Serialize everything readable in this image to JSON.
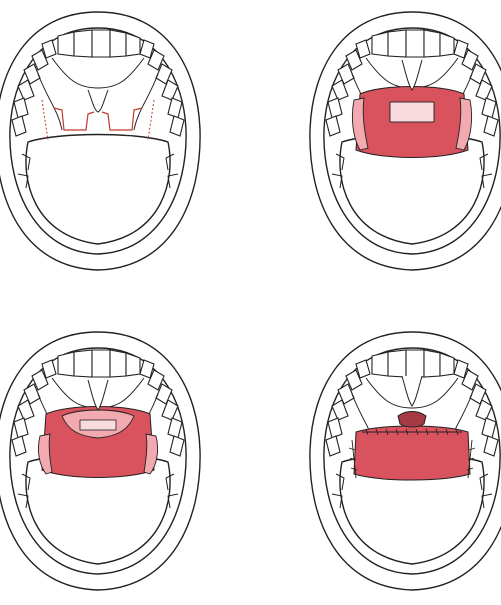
{
  "colors": {
    "outline": "#222222",
    "flap": "#d9535f",
    "flap_light": "#f2a9b0",
    "flap_pale": "#f9dadd",
    "incision": "#c0392b",
    "background": "#ffffff"
  },
  "panels": [
    {
      "id": "panel-1",
      "stage": "incision"
    },
    {
      "id": "panel-2",
      "stage": "flap-raised"
    },
    {
      "id": "panel-3",
      "stage": "flap-rotated"
    },
    {
      "id": "panel-4",
      "stage": "sutured"
    }
  ]
}
